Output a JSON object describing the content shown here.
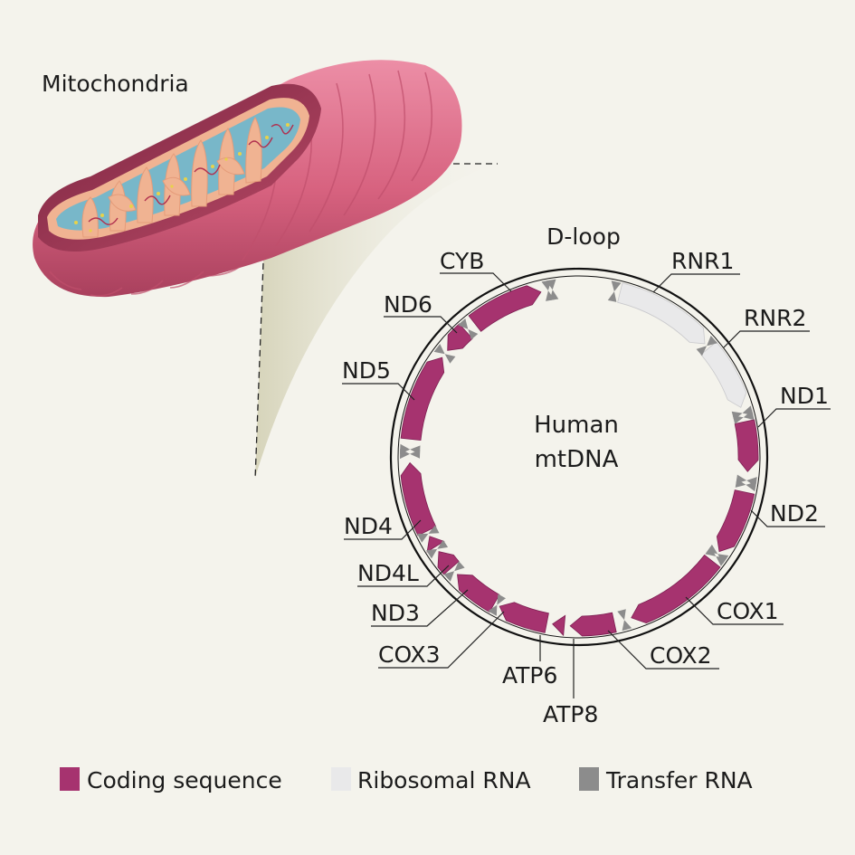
{
  "title": "Mitochondria",
  "center_label": [
    "Human",
    "mtDNA"
  ],
  "dloop_label": "D-loop",
  "colors": {
    "background": "#f4f3ec",
    "coding": "#a6336f",
    "ribosomal": "#e9e9ea",
    "transfer": "#8c8c8c",
    "ring": "#111111",
    "membrane_outer": "#d8637f",
    "membrane_inner": "#f0b392",
    "matrix": "#78b7c9"
  },
  "genes": [
    {
      "name": "CYB",
      "type": "coding"
    },
    {
      "name": "ND6",
      "type": "coding"
    },
    {
      "name": "ND5",
      "type": "coding"
    },
    {
      "name": "ND4",
      "type": "coding"
    },
    {
      "name": "ND4L",
      "type": "coding"
    },
    {
      "name": "ND3",
      "type": "coding"
    },
    {
      "name": "COX3",
      "type": "coding"
    },
    {
      "name": "ATP6",
      "type": "coding"
    },
    {
      "name": "ATP8",
      "type": "coding"
    },
    {
      "name": "COX2",
      "type": "coding"
    },
    {
      "name": "COX1",
      "type": "coding"
    },
    {
      "name": "ND2",
      "type": "coding"
    },
    {
      "name": "ND1",
      "type": "coding"
    },
    {
      "name": "RNR2",
      "type": "ribosomal"
    },
    {
      "name": "RNR1",
      "type": "ribosomal"
    }
  ],
  "legend": [
    {
      "label": "Coding sequence",
      "color": "#a6336f"
    },
    {
      "label": "Ribosomal RNA",
      "color": "#e9e9ea"
    },
    {
      "label": "Transfer RNA",
      "color": "#8c8c8c"
    }
  ]
}
